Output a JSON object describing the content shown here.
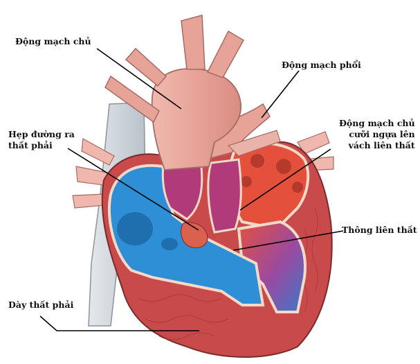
{
  "labels": {
    "aorta": "Động mạch chủ",
    "pulmonary_artery": "Động mạch phổi",
    "rvot_stenosis": [
      "Hẹp đường ra",
      "thất phải"
    ],
    "overriding_aorta": [
      "Động mạch chủ",
      "cưỡi ngựa lên",
      "vách liên thất"
    ],
    "vsd": "Thông liên thất",
    "rv_hypertrophy": "Dày thất phải"
  },
  "colors": {
    "deoxygenated": "#2f8fd6",
    "oxygenated": "#e5503c",
    "mixed": "#b03a7a",
    "muscle": "#c94a4a",
    "vessel": "#e3a49b",
    "vein": "#cfd6dc",
    "leader": "#000000"
  }
}
